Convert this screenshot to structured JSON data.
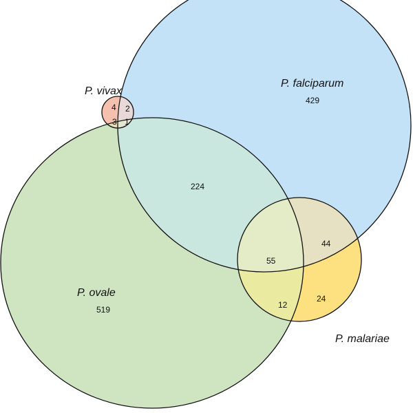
{
  "sets": [
    {
      "id": "falciparum",
      "label": "P. falciparum",
      "color": "#bfe0f8"
    },
    {
      "id": "ovale",
      "label": "P. ovale",
      "color": "#cfe3bd"
    },
    {
      "id": "malariae",
      "label": "P. malariae",
      "color": "#fde07e"
    },
    {
      "id": "vivax",
      "label": "P. vivax",
      "color": "#f7b9a6"
    }
  ],
  "regions": {
    "falciparum_only": "429",
    "ovale_only": "519",
    "falciparum_ovale": "224",
    "falciparum_ovale_malariae": "55",
    "falciparum_malariae": "44",
    "malariae_only": "24",
    "ovale_malariae": "12",
    "vivax_only": "4",
    "vivax_falciparum": "2",
    "vivax_ovale": "3",
    "vivax_falciparum_ovale": "1"
  }
}
